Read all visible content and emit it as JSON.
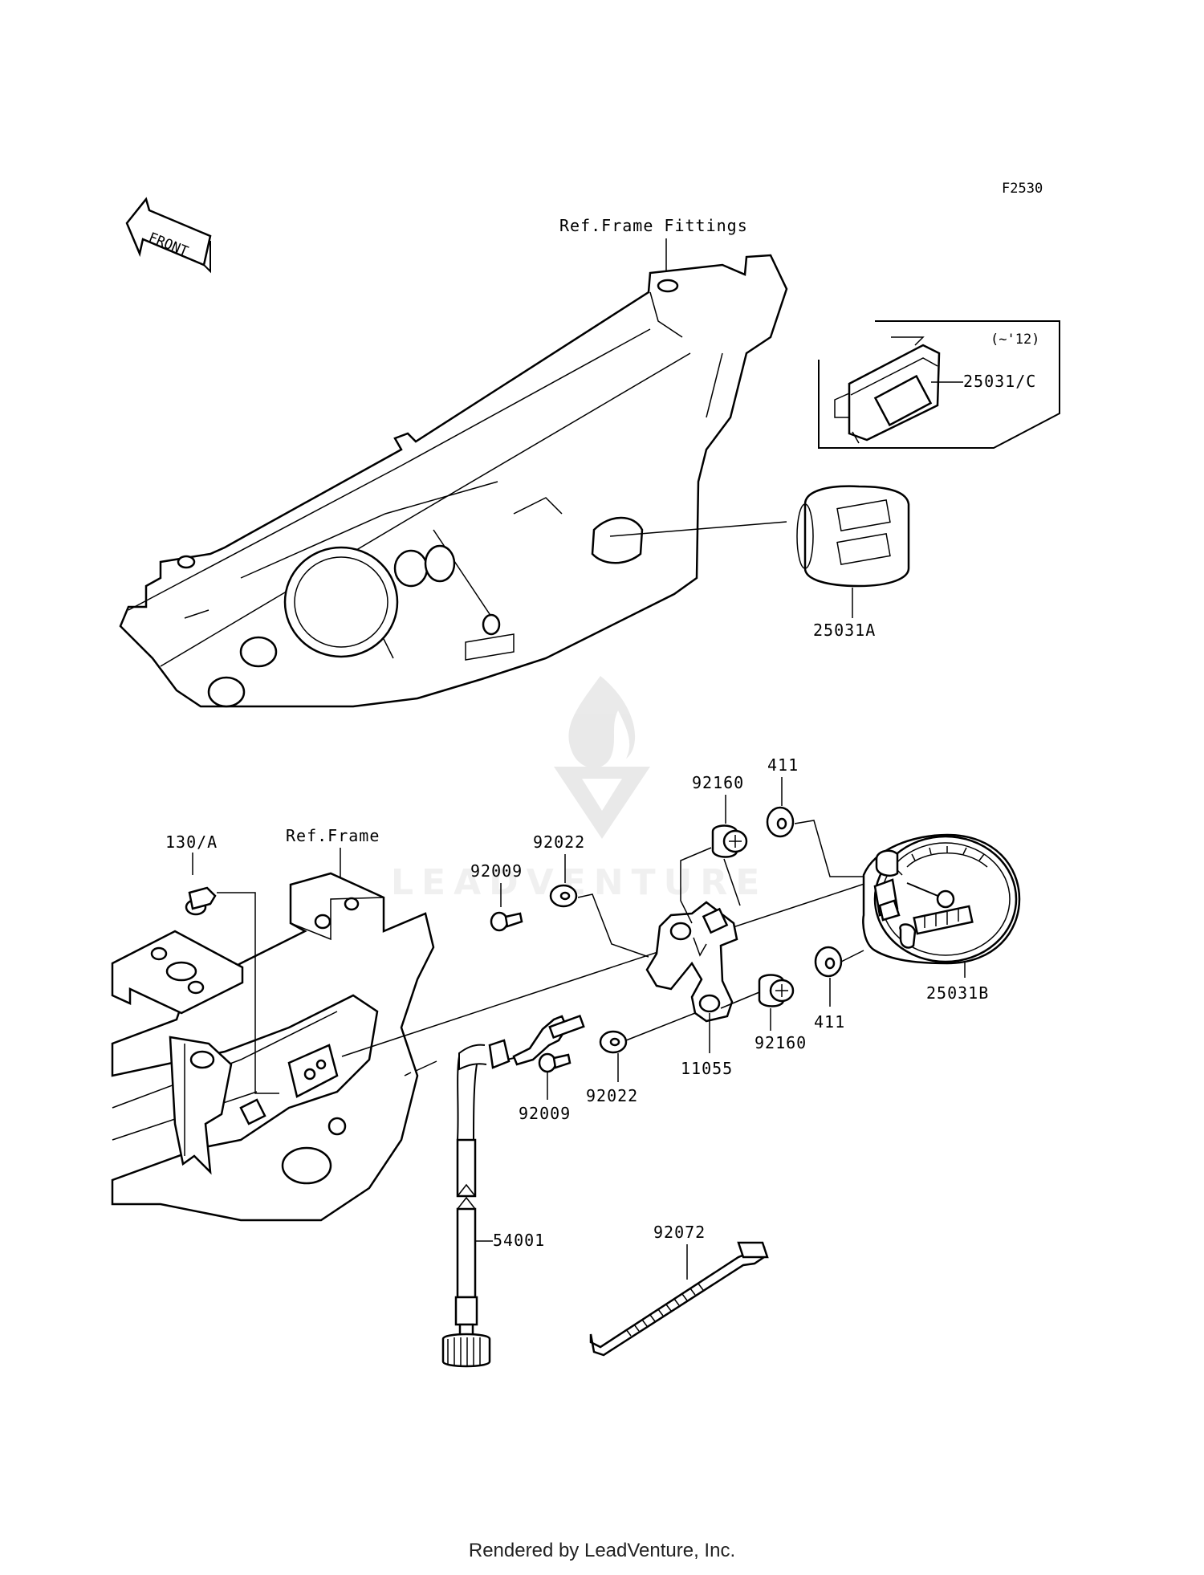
{
  "figure_code": "F2530",
  "front_arrow_label": "FRONT",
  "refs": {
    "frame_fittings": "Ref.Frame Fittings",
    "frame": "Ref.Frame"
  },
  "inset_note": "(~'12)",
  "parts": {
    "p25031C": "25031/C",
    "p25031A": "25031A",
    "p25031B": "25031B",
    "p411_top": "411",
    "p411_bottom": "411",
    "p92160_top": "92160",
    "p92160_bottom": "92160",
    "p92022_top": "92022",
    "p92022_bottom": "92022",
    "p92009_top": "92009",
    "p92009_bottom": "92009",
    "p130A": "130/A",
    "p11055": "11055",
    "p54001": "54001",
    "p92072": "92072"
  },
  "watermark": "LEADVENTURE",
  "footer": "Rendered by LeadVenture, Inc."
}
